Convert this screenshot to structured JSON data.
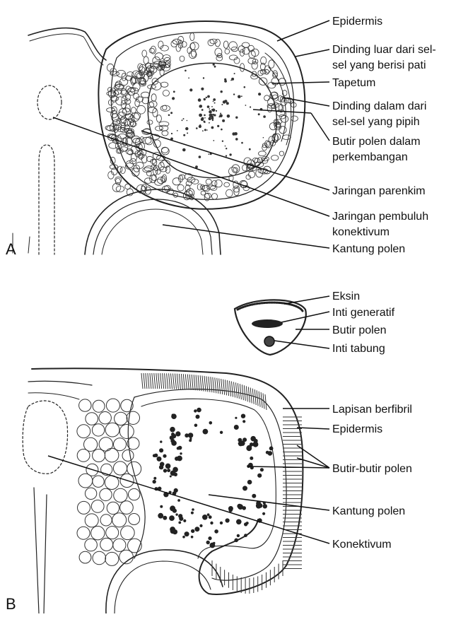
{
  "panels": {
    "a": {
      "letter": "A",
      "labels": [
        {
          "lines": [
            "Epidermis"
          ]
        },
        {
          "lines": [
            "Dinding luar dari sel-",
            "sel yang berisi pati"
          ]
        },
        {
          "lines": [
            "Tapetum"
          ]
        },
        {
          "lines": [
            "Dinding dalam dari",
            "sel-sel yang pipih"
          ]
        },
        {
          "lines": [
            "Butir polen dalam",
            "perkembangan"
          ]
        },
        {
          "lines": [
            "Jaringan parenkim"
          ]
        },
        {
          "lines": [
            "Jaringan pembuluh",
            "konektivum"
          ]
        },
        {
          "lines": [
            "Kantung polen"
          ]
        }
      ]
    },
    "b": {
      "letter": "B",
      "labels": [
        {
          "lines": [
            "Eksin"
          ]
        },
        {
          "lines": [
            "Inti generatif"
          ]
        },
        {
          "lines": [
            "Butir polen"
          ]
        },
        {
          "lines": [
            "Inti tabung"
          ]
        },
        {
          "lines": [
            "Lapisan berfibril"
          ]
        },
        {
          "lines": [
            "Epidermis"
          ]
        },
        {
          "lines": [
            "Butir-butir polen"
          ]
        },
        {
          "lines": [
            "Kantung polen"
          ]
        },
        {
          "lines": [
            "Konektivum"
          ]
        }
      ]
    }
  }
}
